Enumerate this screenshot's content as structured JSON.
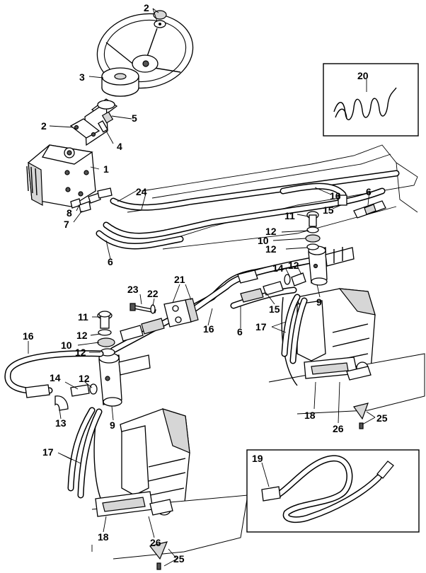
{
  "callouts": {
    "c1": "1",
    "c2a": "2",
    "c2b": "2",
    "c3": "3",
    "c4": "4",
    "c5": "5",
    "c6a": "6",
    "c6b": "6",
    "c6c": "6",
    "c7": "7",
    "c8": "8",
    "c9a": "9",
    "c9b": "9",
    "c10a": "10",
    "c10b": "10",
    "c11a": "11",
    "c11b": "11",
    "c12a": "12",
    "c12b": "12",
    "c12c": "12",
    "c12d": "12",
    "c12e": "12",
    "c12f": "12",
    "c13": "13",
    "c14a": "14",
    "c14b": "14",
    "c15a": "15",
    "c15b": "15",
    "c16a": "16",
    "c16b": "16",
    "c16c": "16",
    "c17a": "17",
    "c17b": "17",
    "c18a": "18",
    "c18b": "18",
    "c19": "19",
    "c20": "20",
    "c21": "21",
    "c22": "22",
    "c23": "23",
    "c24": "24",
    "c25a": "25",
    "c25b": "25",
    "c26a": "26",
    "c26b": "26"
  }
}
